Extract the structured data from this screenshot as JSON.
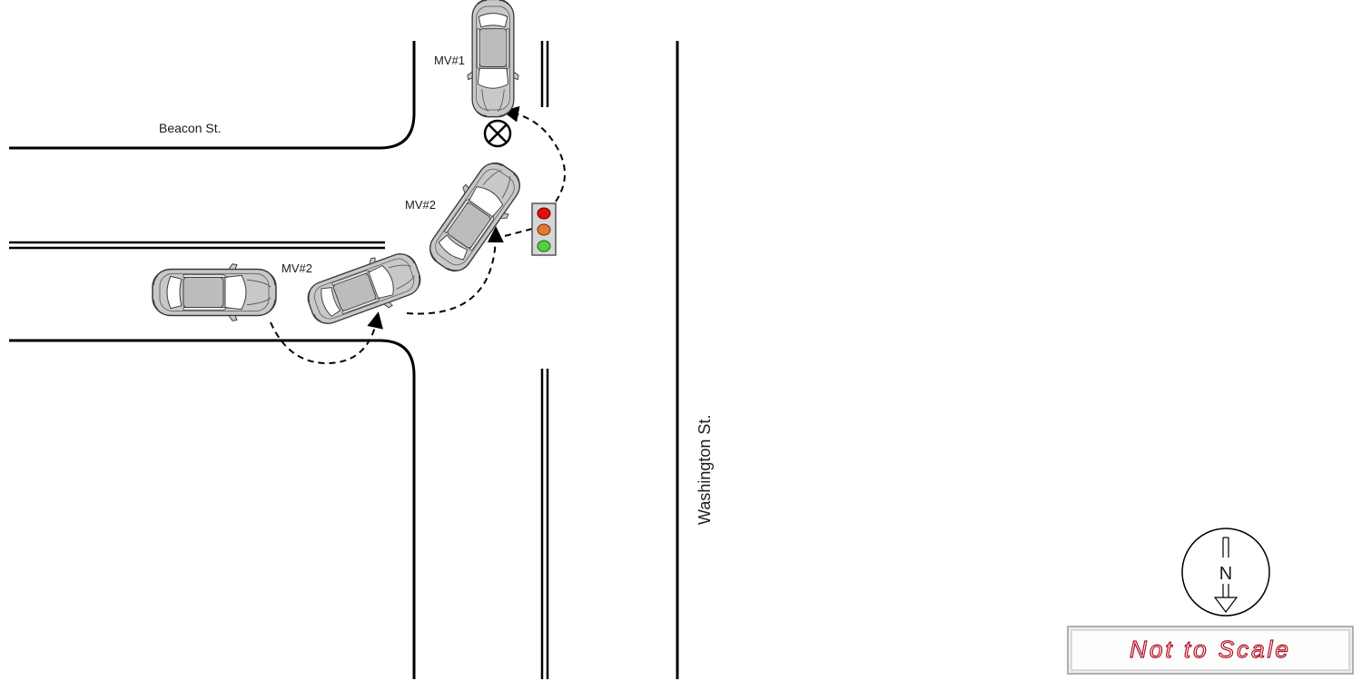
{
  "streets": {
    "beacon": "Beacon St.",
    "washington": "Washington St."
  },
  "vehicles": {
    "mv1": "MV#1",
    "mv2_turning": "MV#2",
    "mv2_initial": "MV#2"
  },
  "compass": {
    "letter": "N"
  },
  "scale_note": "Not to Scale",
  "colors": {
    "road_line": "#000000",
    "car_body": "#c8c8c8",
    "car_outline": "#3a3a3a",
    "light_red": "#e01010",
    "light_amber": "#e07a30",
    "light_green": "#50d040",
    "scale_text": "#b01020"
  },
  "icons": {
    "impact": "impact-point-icon",
    "traffic_light": "traffic-light-icon",
    "compass": "north-arrow-icon"
  }
}
